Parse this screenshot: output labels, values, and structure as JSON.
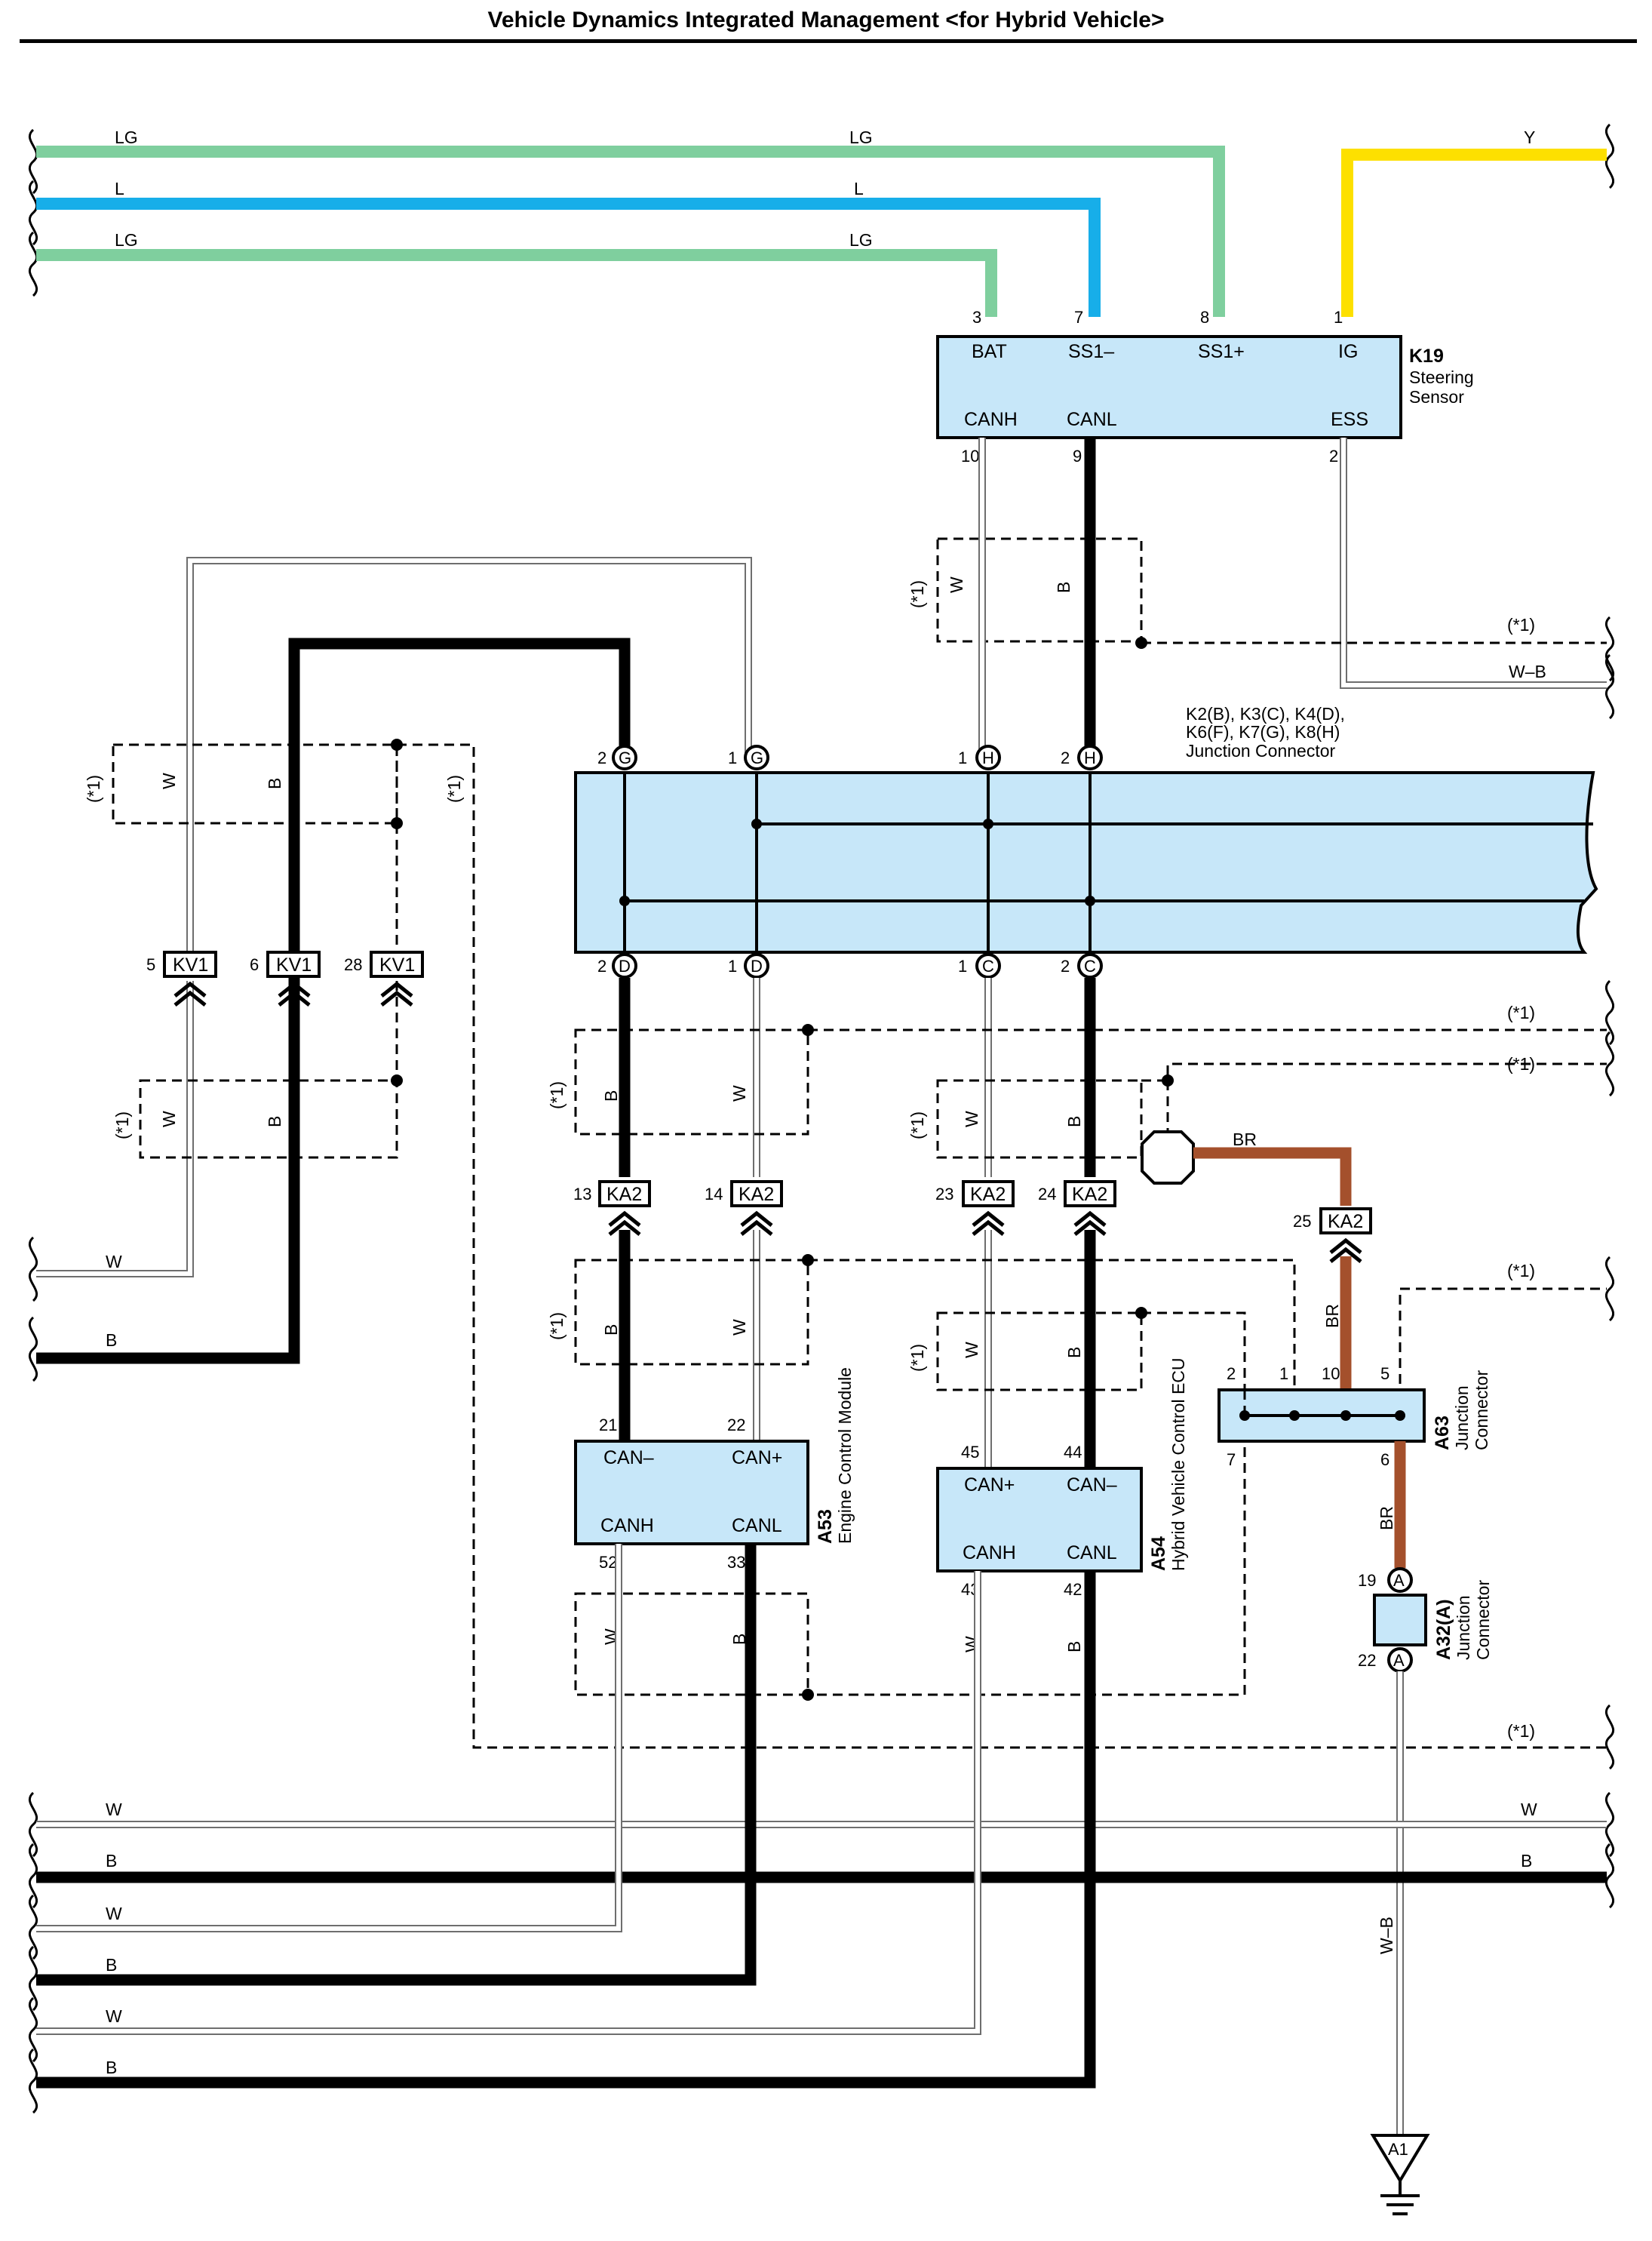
{
  "title": "Vehicle Dynamics Integrated Management <for Hybrid Vehicle>",
  "note": "(*1)",
  "wire_colors": {
    "LG": "#7fcf9e",
    "L": "#17aee9",
    "Y": "#fde000",
    "B": "#000000",
    "W": "#ffffff",
    "BR": "#a4502c",
    "W-B": "#ffffff"
  },
  "wire_labels": {
    "LG": "LG",
    "L": "L",
    "Y": "Y",
    "B": "B",
    "W": "W",
    "WB": "W–B",
    "BR": "BR"
  },
  "k19": {
    "code": "K19",
    "line1": "Steering",
    "line2": "Sensor",
    "pin_bat": "BAT",
    "pin_ss1m": "SS1–",
    "pin_ss1p": "SS1+",
    "pin_ig": "IG",
    "pin_canh": "CANH",
    "pin_canl": "CANL",
    "pin_ess": "ESS",
    "n3": "3",
    "n7": "7",
    "n8": "8",
    "n1": "1",
    "n10": "10",
    "n9": "9",
    "n2": "2"
  },
  "junction": {
    "line1": "K2(B), K3(C), K4(D),",
    "line2": "K6(F), K7(G), K8(H)",
    "line3": "Junction Connector",
    "G": "G",
    "H": "H",
    "D": "D",
    "C": "C",
    "n1": "1",
    "n2": "2"
  },
  "kv1": {
    "label": "KV1",
    "p5": "5",
    "p6": "6",
    "p28": "28"
  },
  "ka2": {
    "label": "KA2",
    "p13": "13",
    "p14": "14",
    "p23": "23",
    "p24": "24",
    "p25": "25"
  },
  "a53": {
    "code": "A53",
    "name": "Engine Control Module",
    "canm": "CAN–",
    "canp": "CAN+",
    "canh": "CANH",
    "canl": "CANL",
    "p21": "21",
    "p22": "22",
    "p52": "52",
    "p33": "33"
  },
  "a54": {
    "code": "A54",
    "name": "Hybrid Vehicle Control ECU",
    "canp": "CAN+",
    "canm": "CAN–",
    "canh": "CANH",
    "canl": "CANL",
    "p45": "45",
    "p44": "44",
    "p43": "43",
    "p42": "42"
  },
  "a63": {
    "code": "A63",
    "line1": "Junction",
    "line2": "Connector",
    "p2": "2",
    "p1": "1",
    "p10": "10",
    "p5": "5",
    "p7": "7",
    "p6": "6"
  },
  "a32": {
    "code": "A32(A)",
    "line1": "Junction",
    "line2": "Connector",
    "pin": "A",
    "p19": "19",
    "p22": "22"
  },
  "ground": {
    "label": "A1"
  }
}
